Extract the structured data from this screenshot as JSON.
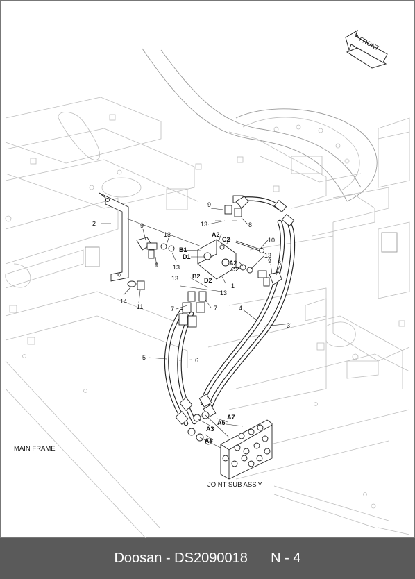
{
  "diagram": {
    "front_label": "FRONT",
    "main_frame_label": "MAIN FRAME",
    "joint_label": "JOINT SUB ASS'Y",
    "part_numbers": {
      "p1": "1",
      "p2": "2",
      "p3": "3",
      "p4": "4",
      "p5": "5",
      "p6": "6",
      "p7a": "7",
      "p7b": "7",
      "p8a": "8",
      "p8b": "8",
      "p8c": "8",
      "p9a": "9",
      "p9b": "9",
      "p9c": "9",
      "p10": "10",
      "p11": "11",
      "p13a": "13",
      "p13b": "13",
      "p13c": "13",
      "p13d": "13",
      "p13e": "13",
      "p13f": "13",
      "p14": "14"
    },
    "ports": {
      "a2_top": "A2",
      "c2_top": "C2",
      "b1": "B1",
      "d1": "D1",
      "a2_right": "A2",
      "c2_right": "C2",
      "b2": "B2",
      "d2": "D2",
      "a7": "A7",
      "a5": "A5",
      "a3": "A3",
      "a4": "A4"
    }
  },
  "footer": {
    "brand": "Doosan - DS2090018",
    "page": "N - 4"
  }
}
